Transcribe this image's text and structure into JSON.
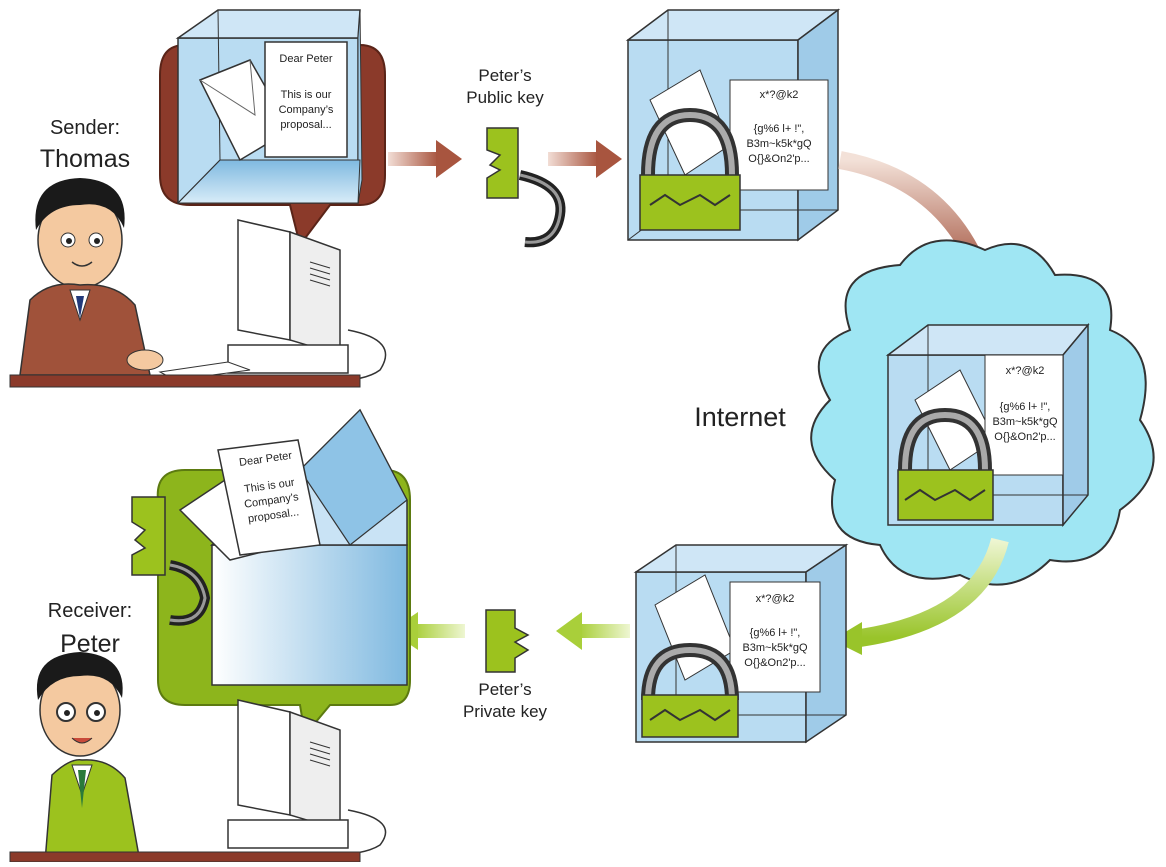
{
  "sender": {
    "role": "Sender:",
    "name": "Thomas"
  },
  "receiver": {
    "role": "Receiver:",
    "name": "Peter"
  },
  "public_key": {
    "line1": "Peter’s",
    "line2": "Public key"
  },
  "private_key": {
    "line1": "Peter’s",
    "line2": "Private key"
  },
  "internet_label": "Internet",
  "plain_letter": {
    "salutation": "Dear Peter",
    "body": [
      "This is our",
      "Company’s",
      "proposal..."
    ]
  },
  "cipher_text": {
    "line1": "x*?@k2",
    "body": [
      "{g%6 l+ !\",",
      "B3m~k5k*gQ",
      "O{}&On2'p..."
    ]
  },
  "colors": {
    "sender_bubble": "#8b3a2a",
    "receiver_bubble": "#8db51c",
    "key_green": "#9cc21e",
    "cube_blue": "#9fcbe8",
    "cloud_cyan": "#9fe6f3",
    "arrow_brown": "#a8553f",
    "arrow_green": "#a9cf3a"
  }
}
